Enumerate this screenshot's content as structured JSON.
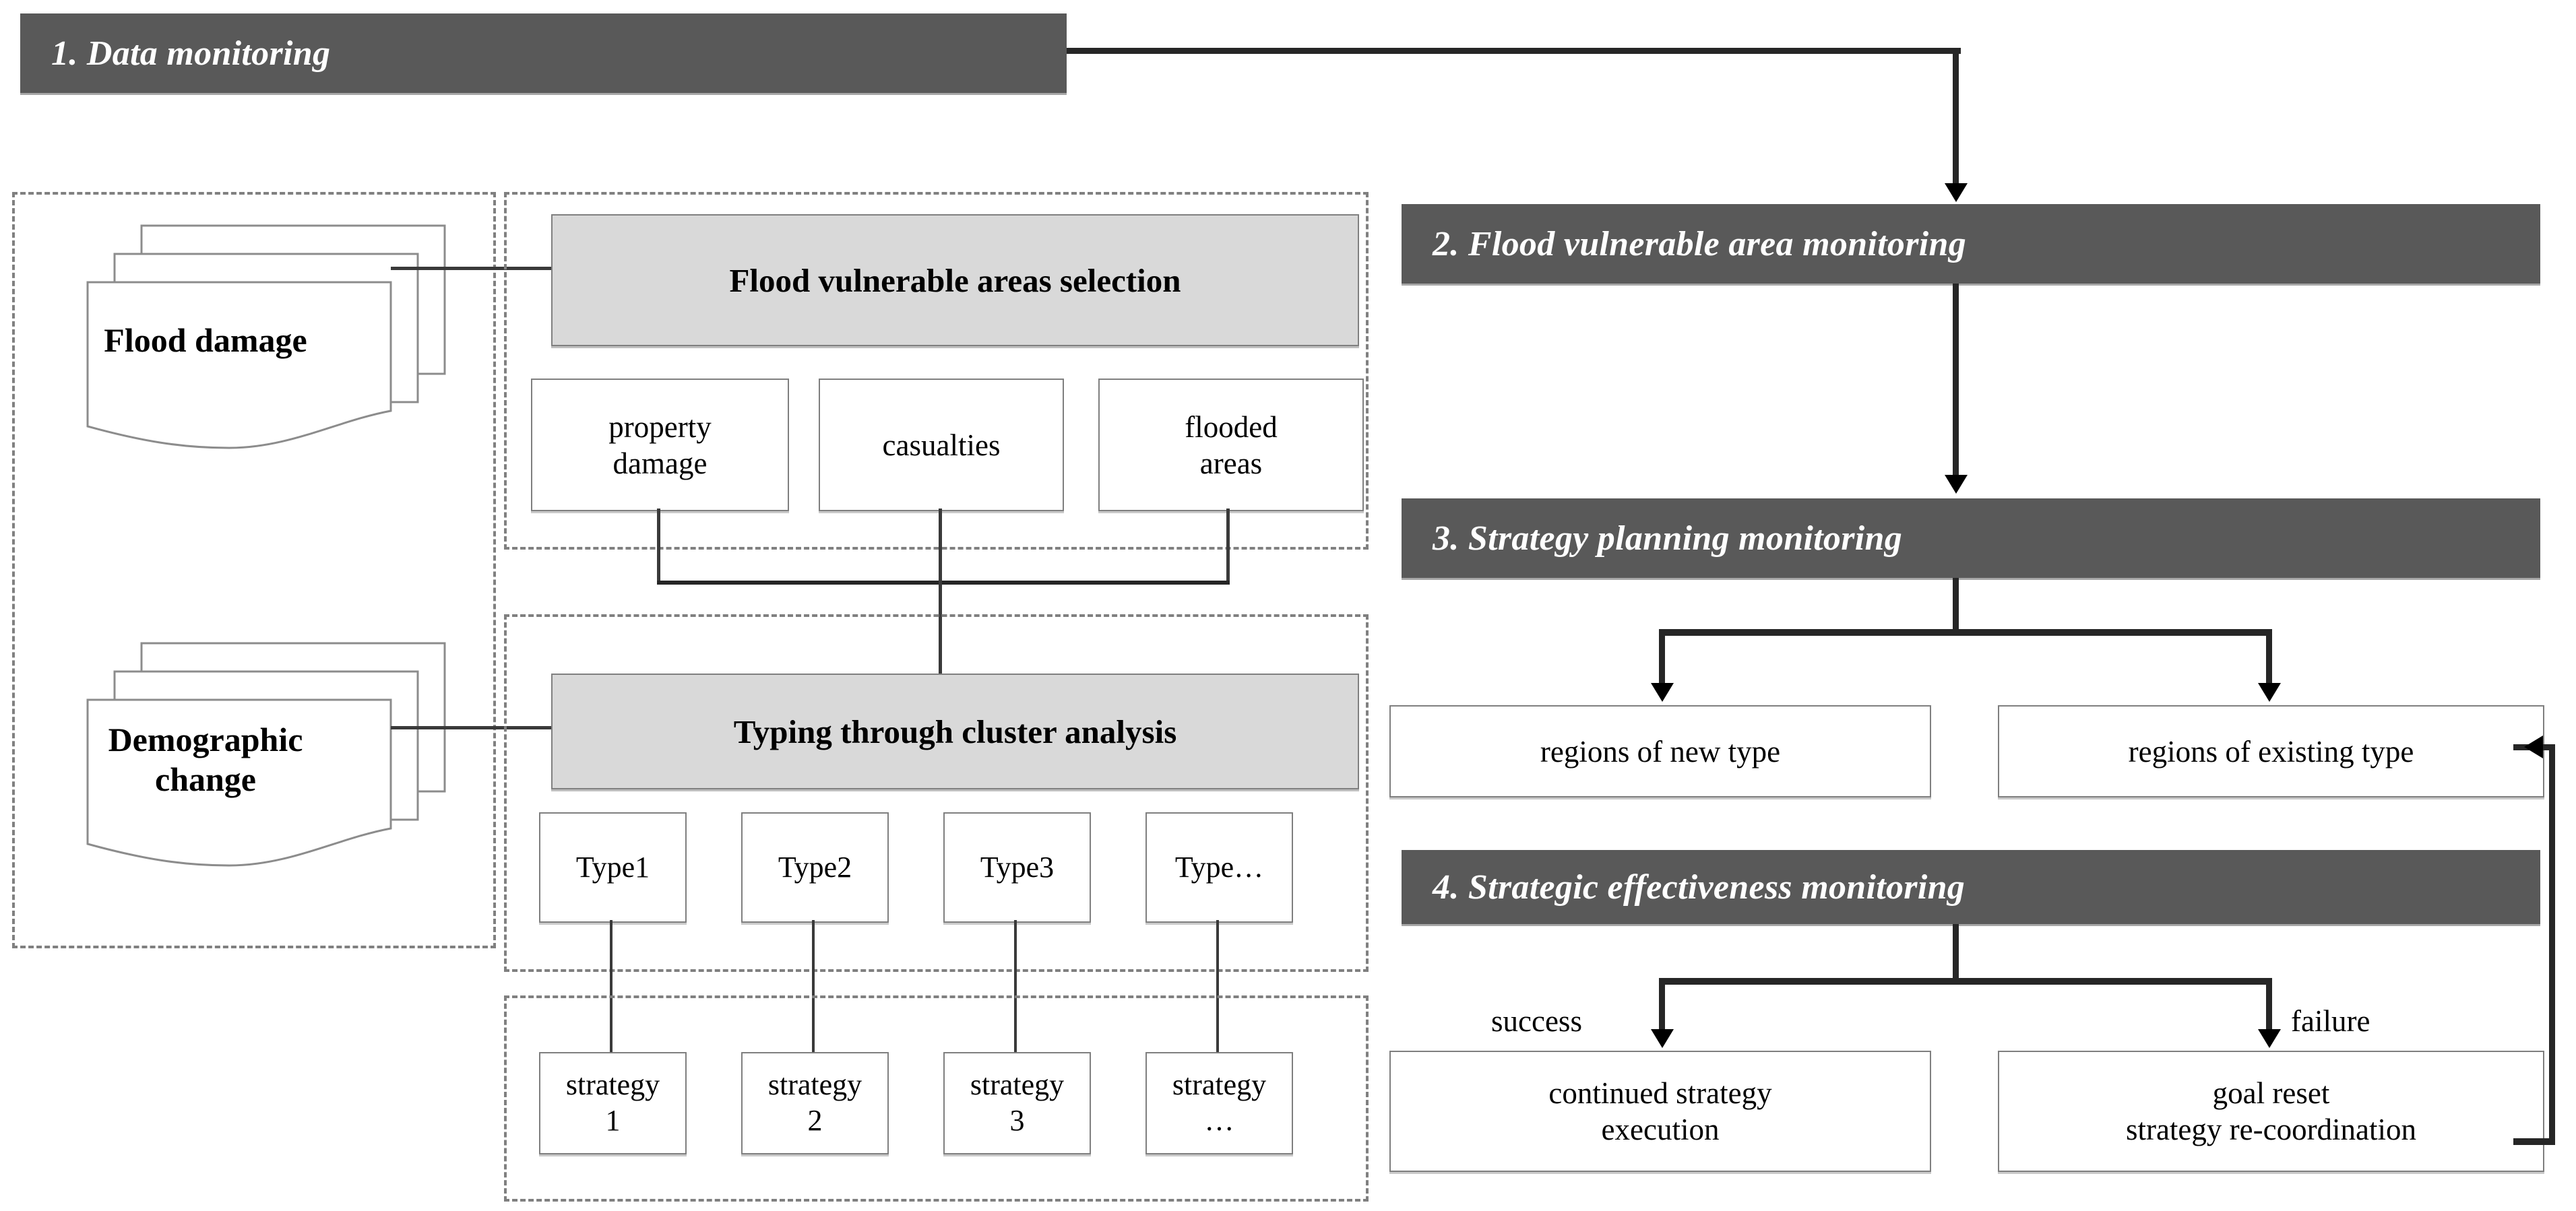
{
  "diagram": {
    "title": "Flood vulnerable area monitoring and strategy framework",
    "colors": {
      "phase_fill": "#595959",
      "phase_text": "#ffffff",
      "grey_box_fill": "#d9d9d9",
      "box_border": "#7f7f7f",
      "dashed_border": "#808080",
      "connector": "#262626"
    }
  },
  "phases": {
    "p1": "1. Data monitoring",
    "p2": "2. Flood vulnerable area monitoring",
    "p3": "3. Strategy planning monitoring",
    "p4": "4. Strategic effectiveness monitoring"
  },
  "data_sources": {
    "flood_damage": "Flood damage",
    "demographic_change": "Demographic\nchange"
  },
  "selection_group": {
    "header": "Flood vulnerable areas selection",
    "items": [
      {
        "label": "property\ndamage"
      },
      {
        "label": "casualties"
      },
      {
        "label": "flooded\nareas"
      }
    ]
  },
  "typing_group": {
    "header": "Typing through cluster analysis",
    "types": [
      {
        "label": "Type1"
      },
      {
        "label": "Type2"
      },
      {
        "label": "Type3"
      },
      {
        "label": "Type…"
      }
    ]
  },
  "strategy_group": {
    "strategies": [
      {
        "label": "strategy\n1"
      },
      {
        "label": "strategy\n2"
      },
      {
        "label": "strategy\n3"
      },
      {
        "label": "strategy\n…"
      }
    ]
  },
  "planning_outcomes": {
    "new_type": "regions of new type",
    "existing_type": "regions of existing type"
  },
  "effectiveness_outcomes": {
    "success_label": "success",
    "failure_label": "failure",
    "success_box": "continued strategy\nexecution",
    "failure_box": "goal reset\nstrategy re-coordination"
  }
}
